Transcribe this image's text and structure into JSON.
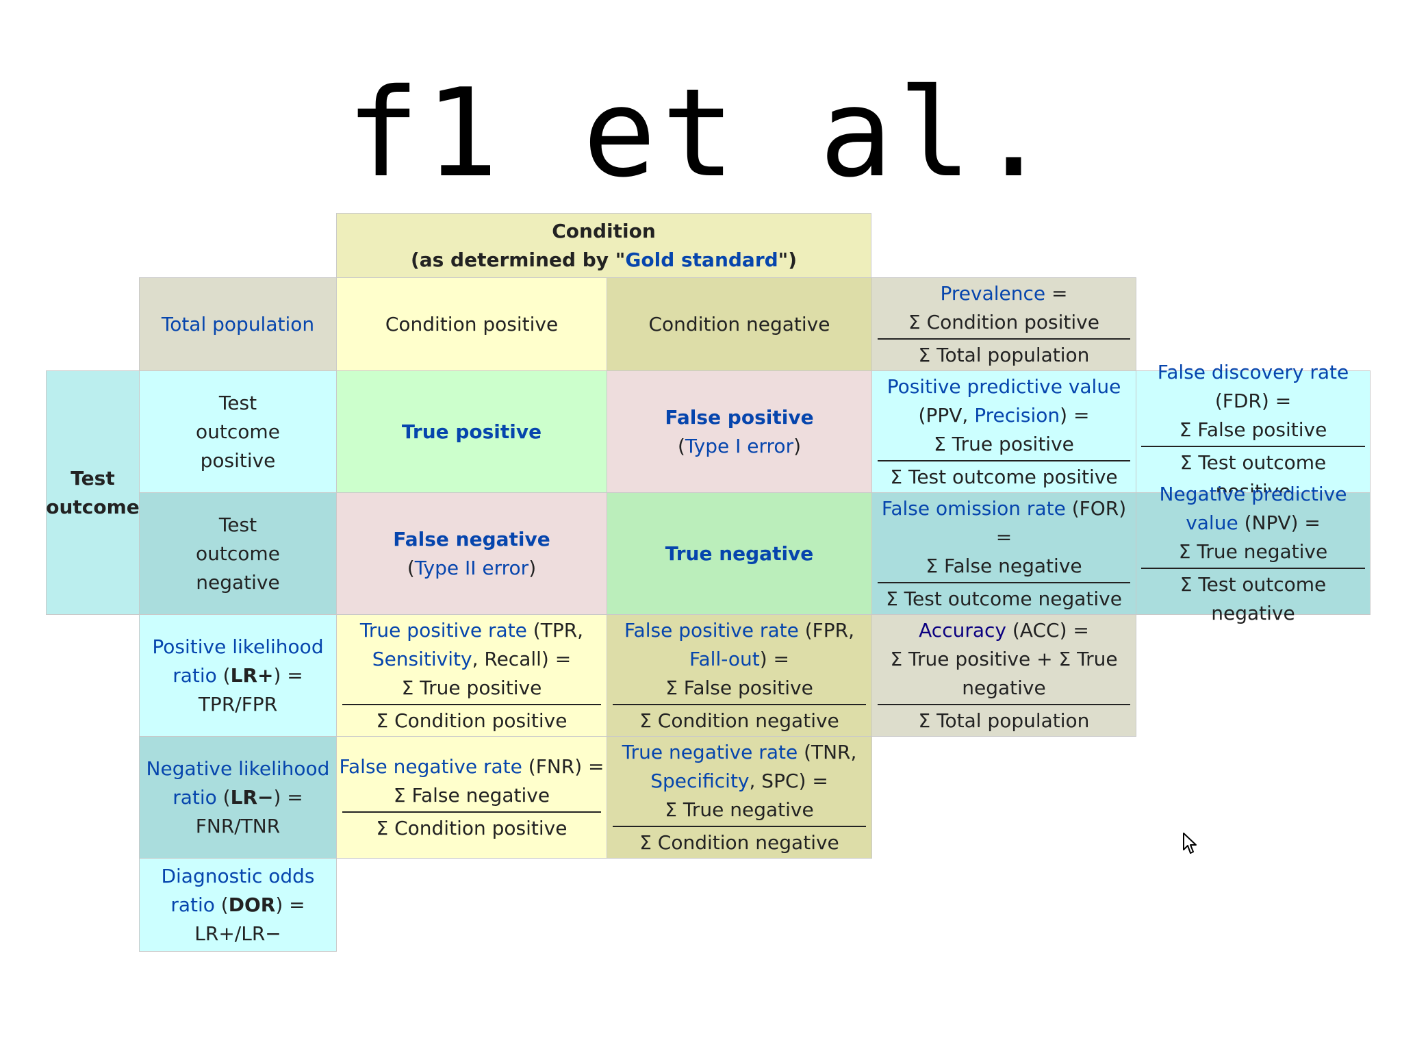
{
  "slide": {
    "title": "f1 et al."
  },
  "table": {
    "condition_header": {
      "line1": "Condition",
      "line2_pre": "(as determined by \"",
      "line2_link": "Gold standard",
      "line2_post": "\")"
    },
    "total_population": "Total population",
    "condition_positive": "Condition positive",
    "condition_negative": "Condition negative",
    "prevalence": {
      "link": "Prevalence",
      "eq": " =",
      "num": "Σ Condition positive",
      "den": "Σ Total population"
    },
    "test_outcome": {
      "line1": "Test",
      "line2": "outcome"
    },
    "test_outcome_positive": {
      "l1": "Test",
      "l2": "outcome",
      "l3": "positive"
    },
    "test_outcome_negative": {
      "l1": "Test",
      "l2": "outcome",
      "l3": "negative"
    },
    "true_positive": "True positive",
    "false_positive": {
      "label": "False positive",
      "pre": "(",
      "link": "Type I error",
      "post": ")"
    },
    "false_negative": {
      "label": "False negative",
      "pre": "(",
      "link": "Type II error",
      "post": ")"
    },
    "true_negative": "True negative",
    "ppv": {
      "link1": "Positive predictive value",
      "pre": "(PPV, ",
      "link2": "Precision",
      "post": ") =",
      "num": "Σ True positive",
      "den": "Σ Test outcome positive"
    },
    "fdr": {
      "link": "False discovery rate",
      "l2": "(FDR) =",
      "num": "Σ False positive",
      "den": "Σ Test outcome positive"
    },
    "for": {
      "link": "False omission rate",
      "post": " (FOR) =",
      "num": "Σ False negative",
      "den": "Σ Test outcome negative"
    },
    "npv": {
      "link1": "Negative predictive",
      "link2": "value",
      "post": " (NPV) =",
      "num": "Σ True negative",
      "den": "Σ Test outcome negative"
    },
    "lr_plus": {
      "link1": "Positive likelihood",
      "link2": "ratio",
      "mid": " (",
      "bold": "LR+",
      "post": ") =",
      "l3": "TPR/FPR"
    },
    "tpr": {
      "link1": "True positive rate",
      "post1": " (TPR,",
      "link2": "Sensitivity",
      "post2": ", Recall) =",
      "num": "Σ True positive",
      "den": "Σ Condition positive"
    },
    "fpr": {
      "link1": "False positive rate",
      "post1": " (FPR,",
      "link2": "Fall-out",
      "post2": ") =",
      "num": "Σ False positive",
      "den": "Σ Condition negative"
    },
    "acc": {
      "link": "Accuracy",
      "post": " (ACC) =",
      "num1": "Σ True positive + Σ True",
      "num2": "negative",
      "den": "Σ Total population"
    },
    "lr_minus": {
      "link1": "Negative likelihood",
      "link2": "ratio",
      "mid": " (",
      "bold": "LR−",
      "post": ") =",
      "l3": "FNR/TNR"
    },
    "fnr": {
      "link": "False negative rate",
      "post": " (FNR) =",
      "num": "Σ False negative",
      "den": "Σ Condition positive"
    },
    "tnr": {
      "link1": "True negative rate",
      "post1": " (TNR,",
      "link2": "Specificity",
      "post2": ", SPC) =",
      "num": "Σ True negative",
      "den": "Σ Condition negative"
    },
    "dor": {
      "link1": "Diagnostic odds",
      "link2": "ratio",
      "mid": " (",
      "bold": "DOR",
      "post": ") =",
      "l3": "LR+/LR−"
    }
  }
}
